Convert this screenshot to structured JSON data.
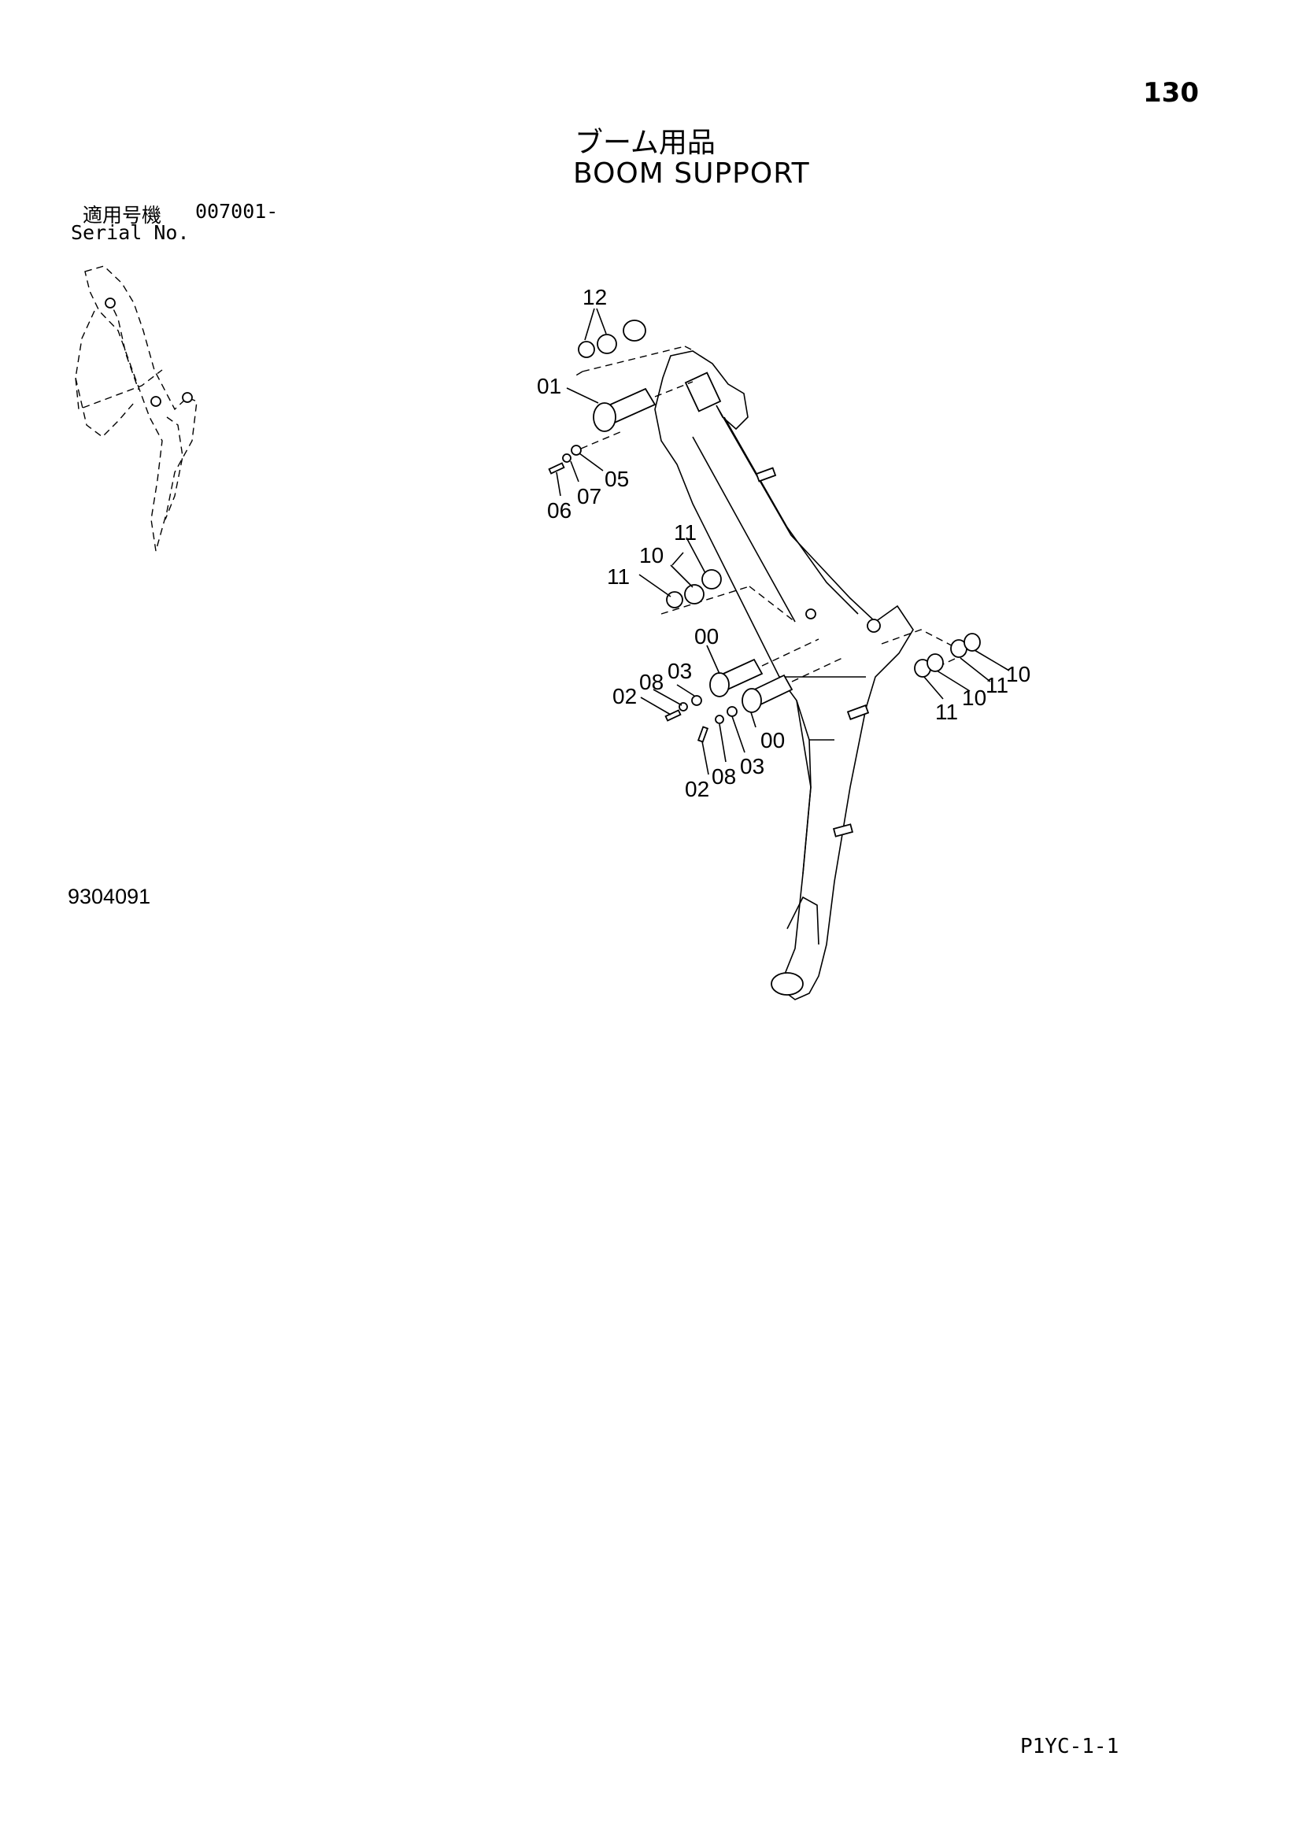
{
  "page_number": "130",
  "title_jp": "ブーム用品",
  "title_en": "BOOM SUPPORT",
  "serial": {
    "label_jp": "適用号機",
    "range": "007001-",
    "label_en": "Serial No."
  },
  "figure_code": "9304091",
  "sheet_code": "P1YC-1-1",
  "callouts": [
    {
      "key": "c12",
      "text": "12"
    },
    {
      "key": "c01",
      "text": "01"
    },
    {
      "key": "c05",
      "text": "05"
    },
    {
      "key": "c07",
      "text": "07"
    },
    {
      "key": "c06",
      "text": "06"
    },
    {
      "key": "c11a",
      "text": "11"
    },
    {
      "key": "c10a",
      "text": "10"
    },
    {
      "key": "c11b",
      "text": "11"
    },
    {
      "key": "c00a",
      "text": "00"
    },
    {
      "key": "c03a",
      "text": "03"
    },
    {
      "key": "c08a",
      "text": "08"
    },
    {
      "key": "c02a",
      "text": "02"
    },
    {
      "key": "c00b",
      "text": "00"
    },
    {
      "key": "c03b",
      "text": "03"
    },
    {
      "key": "c08b",
      "text": "08"
    },
    {
      "key": "c02b",
      "text": "02"
    },
    {
      "key": "c10b",
      "text": "10"
    },
    {
      "key": "c11c",
      "text": "11"
    },
    {
      "key": "c10c",
      "text": "10"
    },
    {
      "key": "c11d",
      "text": "11"
    }
  ]
}
